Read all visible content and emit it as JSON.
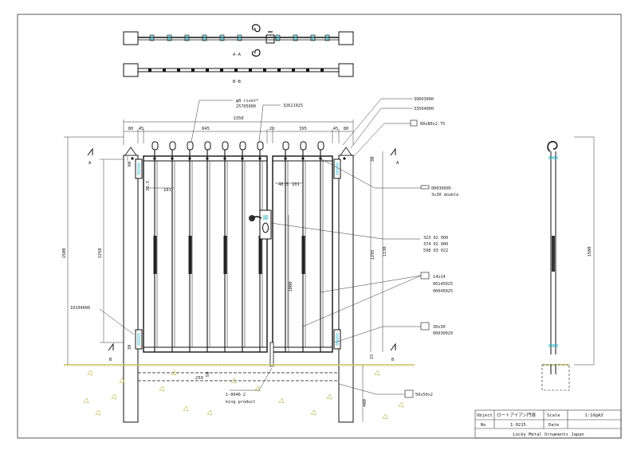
{
  "views": {
    "section_a_label": "A-A",
    "section_b_label": "B-B",
    "cut_a": "A",
    "cut_b": "B"
  },
  "dimensions": {
    "overall_width": "1350",
    "left_post_width": "80",
    "left_offset": "45",
    "left_leaf_width": "845",
    "middle_gap": "20",
    "right_leaf_width": "395",
    "right_offset": "45",
    "right_post_width": "80",
    "left_overall_height": "1500",
    "left_post_height": "1250",
    "left_top_gap": "60",
    "left_bottom_gap": "30",
    "left_picket_spacing": "101",
    "left_picket_offset": "39.5",
    "right_picket_spacing": "101",
    "right_picket_offset": "40.5",
    "right_leaf_height": "1295",
    "right_overall_height": "1330",
    "right_top_gap": "30",
    "lock_height": "1000",
    "side_height": "1500",
    "foundation_depth": "400",
    "bottom_clearance": "50",
    "footing_width": "250",
    "ground_gap": "15"
  },
  "callouts": {
    "rivet": "φ8 rivet*",
    "rivet_code": "25705000",
    "finial_code": "32621025",
    "post_cap_code_1": "39603000",
    "post_cap_code_2": "33504000",
    "post_section": "80x80x2.75",
    "bar_code": "00030095",
    "bar_desc": "3x30 double",
    "lock_code_1": "323 02 000",
    "lock_code_2": "374 02 000",
    "lock_code_3": "598 03 022",
    "picket_section": "14x14",
    "picket_code_1": "00145025",
    "picket_code_2": "00045025",
    "frame_section": "30x30",
    "frame_code": "00030029",
    "hinge_code": "10104000",
    "drop_bolt_code": "1-0046-2",
    "drop_bolt_desc": "king product",
    "footing_section": "50x50x2"
  },
  "title_block": {
    "object_label": "Object",
    "object_value": "ロートアイアン門扉",
    "scale_label": "Scale",
    "scale_value": "1:10@A3",
    "no_label": "No",
    "no_value": "1-0215",
    "date_label": "Date",
    "date_value": "",
    "company": "Locky Metal Ornaments Japan"
  },
  "colors": {
    "line": "#1a1a1a",
    "dimension": "#333333",
    "accent": "#2bb5c8",
    "ground": "#c9c36a",
    "hatch": "#6b6b6b"
  }
}
